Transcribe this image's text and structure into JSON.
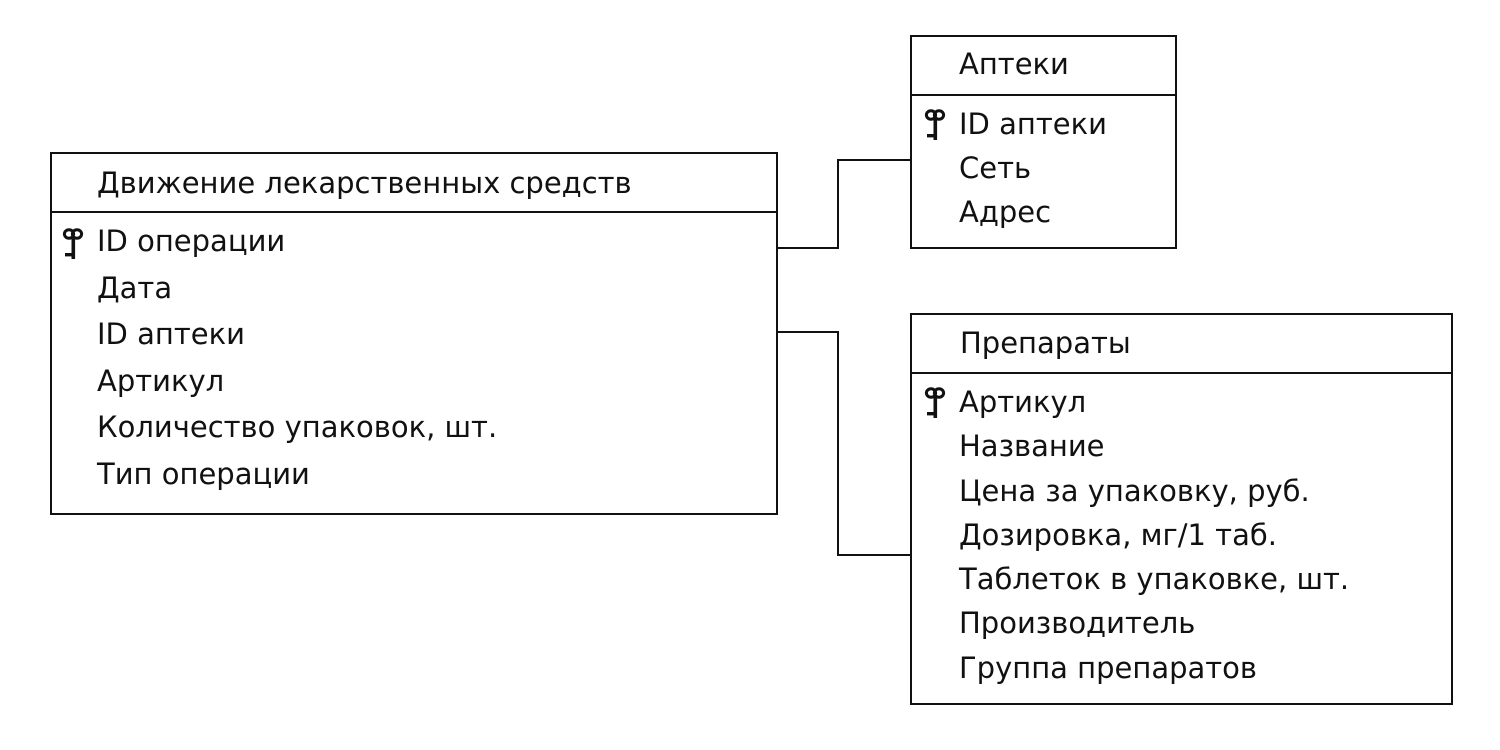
{
  "entities": {
    "movement": {
      "title": "Движение лекарственных средств",
      "fields": [
        {
          "label": "ID операции",
          "is_key": true
        },
        {
          "label": "Дата",
          "is_key": false
        },
        {
          "label": "ID аптеки",
          "is_key": false
        },
        {
          "label": "Артикул",
          "is_key": false
        },
        {
          "label": "Количество упаковок, шт.",
          "is_key": false
        },
        {
          "label": "Тип операции",
          "is_key": false
        }
      ]
    },
    "pharmacies": {
      "title": "Аптеки",
      "fields": [
        {
          "label": "ID аптеки",
          "is_key": true
        },
        {
          "label": "Сеть",
          "is_key": false
        },
        {
          "label": "Адрес",
          "is_key": false
        }
      ]
    },
    "drugs": {
      "title": "Препараты",
      "fields": [
        {
          "label": "Артикул",
          "is_key": true
        },
        {
          "label": "Название",
          "is_key": false
        },
        {
          "label": "Цена за упаковку, руб.",
          "is_key": false
        },
        {
          "label": "Дозировка, мг/1 таб.",
          "is_key": false
        },
        {
          "label": "Таблеток в упаковке, шт.",
          "is_key": false
        },
        {
          "label": "Производитель",
          "is_key": false
        },
        {
          "label": "Группа препаратов",
          "is_key": false
        }
      ]
    }
  },
  "relationships": [
    {
      "from": "movement",
      "to": "pharmacies",
      "via": "ID аптеки"
    },
    {
      "from": "movement",
      "to": "drugs",
      "via": "Артикул"
    }
  ],
  "icons": {
    "primary_key": "key-icon"
  },
  "colors": {
    "line": "#111111",
    "background": "#ffffff"
  }
}
